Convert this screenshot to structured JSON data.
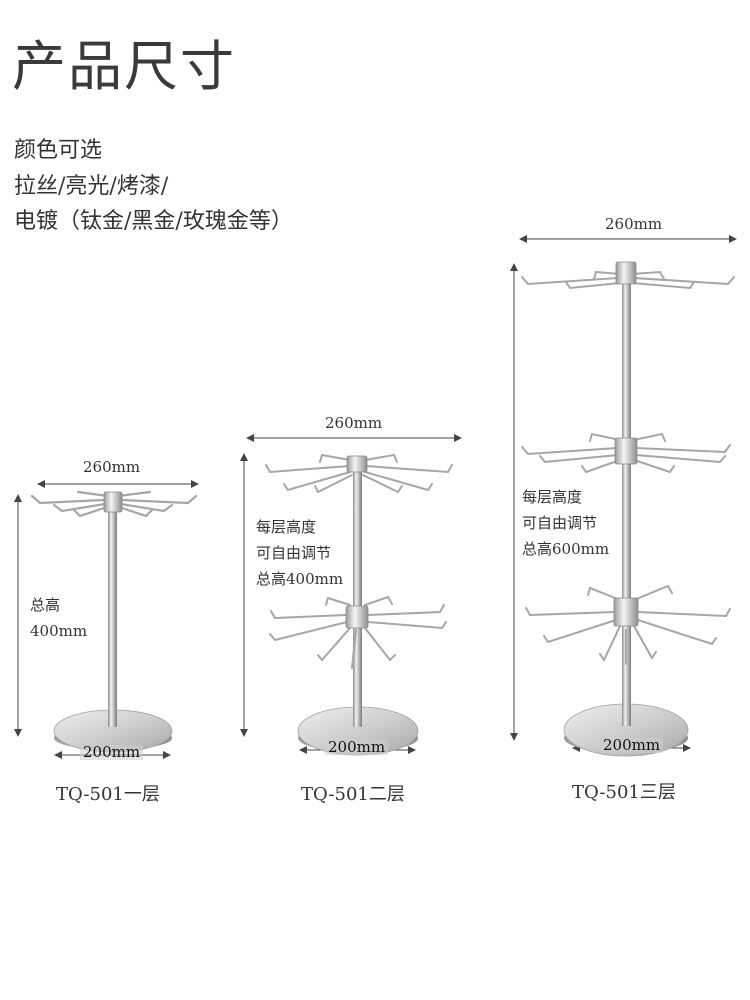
{
  "title": "产品尺寸",
  "intro": {
    "line1": "颜色可选",
    "line2": "拉丝/亮光/烤漆/",
    "line3": "电镀（钛金/黑金/玫瑰金等）"
  },
  "products": [
    {
      "model": "TQ-501一层",
      "width_label": "260mm",
      "base_label": "200mm",
      "note_line1": "总高",
      "note_line2": "400mm",
      "tiers": 1
    },
    {
      "model": "TQ-501二层",
      "width_label": "260mm",
      "base_label": "200mm",
      "note_line1": "每层高度",
      "note_line2": "可自由调节",
      "note_line3": "总高400mm",
      "tiers": 2
    },
    {
      "model": "TQ-501三层",
      "width_label": "260mm",
      "base_label": "200mm",
      "note_line1": "每层高度",
      "note_line2": "可自由调节",
      "note_line3": "总高600mm",
      "tiers": 3
    }
  ],
  "colors": {
    "text": "#333333",
    "dimension_line": "#444444",
    "steel_light": "#e4e4e4",
    "steel_mid": "#b8b8b8",
    "steel_dark": "#8a8a8a"
  }
}
